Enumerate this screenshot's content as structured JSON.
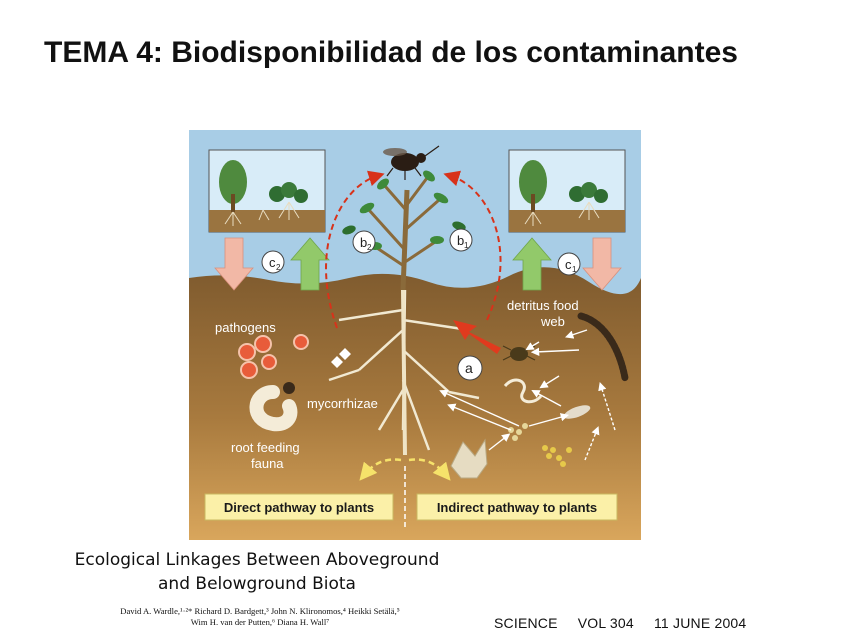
{
  "slide_title": "TEMA 4: Biodisponibilidad de los contaminantes",
  "diagram": {
    "labels": {
      "pathogens": "pathogens",
      "mycorrhizae": "mycorrhizae",
      "root_feeding_1": "root feeding",
      "root_feeding_2": "fauna",
      "detritus_1": "detritus food",
      "detritus_2": "web"
    },
    "circles": {
      "b2": "b",
      "b2_sub": "2",
      "b1": "b",
      "b1_sub": "1",
      "c2": "c",
      "c2_sub": "2",
      "c1": "c",
      "c1_sub": "1",
      "a": "a"
    },
    "pathways": {
      "direct": "Direct pathway to plants",
      "indirect": "Indirect pathway to plants"
    },
    "colors": {
      "sky": "#a8cde6",
      "soil_top": "#8a6434",
      "soil_bottom": "#d6a25a",
      "pathway_box": "#fbf0a8",
      "red_arrow": "#e03a1e",
      "green_arrow": "#92c96a",
      "pink_arrow": "#f2b8a6"
    }
  },
  "paper": {
    "title_line1": "Ecological Linkages Between Aboveground",
    "title_line2": "and Belowground Biota",
    "authors_line1": "David A. Wardle,¹·²* Richard D. Bardgett,³ John N. Klironomos,⁴ Heikki Setälä,⁵",
    "authors_line2": "Wim H. van der Putten,⁶ Diana H. Wall⁷"
  },
  "citation": {
    "journal": "SCIENCE",
    "volume": "VOL 304",
    "date": "11 JUNE 2004"
  }
}
